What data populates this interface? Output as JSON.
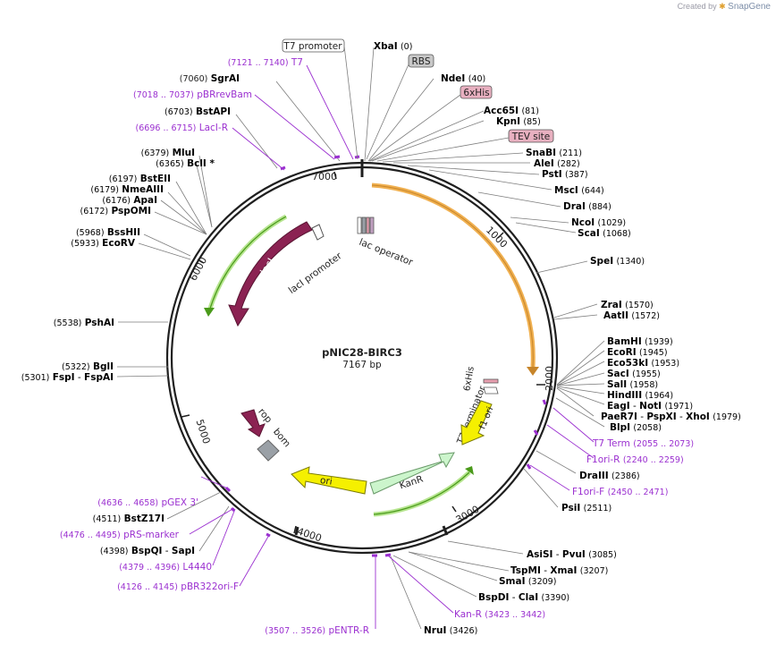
{
  "credit": {
    "prefix": "Created by",
    "brand": "SnapGene"
  },
  "center": {
    "name": "pNIC28-BIRC3",
    "size": "7167 bp"
  },
  "colors": {
    "backbone": "#1f1f1f",
    "primer": "#9b30d0",
    "enzyme": "#000000",
    "lacI": "#8b2252",
    "promoter": "#ffffff",
    "yellow": "#f5f000",
    "kanR": "#ccf5cc",
    "orange": "#f0b050",
    "green": "#4a9a1a"
  },
  "enzymes_left": [
    {
      "pos": "(7060)",
      "name": "SgrAI"
    },
    {
      "pos": "(6703)",
      "name": "BstAPI"
    },
    {
      "pos": "(6379)",
      "name": "MluI"
    },
    {
      "pos": "(6365)",
      "name": "BclI *"
    },
    {
      "pos": "(6197)",
      "name": "BstEII"
    },
    {
      "pos": "(6179)",
      "name": "NmeAIII"
    },
    {
      "pos": "(6176)",
      "name": "ApaI"
    },
    {
      "pos": "(6172)",
      "name": "PspOMI"
    },
    {
      "pos": "(5968)",
      "name": "BssHII"
    },
    {
      "pos": "(5933)",
      "name": "EcoRV"
    },
    {
      "pos": "(5538)",
      "name": "PshAI"
    },
    {
      "pos": "(5322)",
      "name": "BglI"
    },
    {
      "pos": "(5301)",
      "name": "FspI",
      "name2": "FspAI"
    },
    {
      "pos": "(4511)",
      "name": "BstZ17I"
    },
    {
      "pos": "(4398)",
      "name": "BspQI",
      "name2": "SapI"
    }
  ],
  "primers_left": [
    {
      "range": "(7121 .. 7140)",
      "name": "T7"
    },
    {
      "range": "(7018 .. 7037)",
      "name": "pBRrevBam"
    },
    {
      "range": "(6696 .. 6715)",
      "name": "LacI-R"
    },
    {
      "range": "(4636 .. 4658)",
      "name": "pGEX 3'"
    },
    {
      "range": "(4476 .. 4495)",
      "name": "pRS-marker"
    },
    {
      "range": "(4379 .. 4396)",
      "name": "L4440"
    },
    {
      "range": "(4126 .. 4145)",
      "name": "pBR322ori-F"
    },
    {
      "range": "(3507 .. 3526)",
      "name": "pENTR-R"
    }
  ],
  "enzymes_right": [
    {
      "name": "XbaI",
      "pos": "(0)"
    },
    {
      "name": "NdeI",
      "pos": "(40)"
    },
    {
      "name": "Acc65I",
      "pos": "(81)"
    },
    {
      "name": "KpnI",
      "pos": "(85)"
    },
    {
      "name": "SnaBI",
      "pos": "(211)"
    },
    {
      "name": "AleI",
      "pos": "(282)"
    },
    {
      "name": "PstI",
      "pos": "(387)"
    },
    {
      "name": "MscI",
      "pos": "(644)"
    },
    {
      "name": "DraI",
      "pos": "(884)"
    },
    {
      "name": "NcoI",
      "pos": "(1029)"
    },
    {
      "name": "ScaI",
      "pos": "(1068)"
    },
    {
      "name": "SpeI",
      "pos": "(1340)"
    },
    {
      "name": "ZraI",
      "pos": "(1570)"
    },
    {
      "name": "AatII",
      "pos": "(1572)"
    },
    {
      "name": "BamHI",
      "pos": "(1939)"
    },
    {
      "name": "EcoRI",
      "pos": "(1945)"
    },
    {
      "name": "Eco53kI",
      "pos": "(1953)"
    },
    {
      "name": "SacI",
      "pos": "(1955)"
    },
    {
      "name": "SalI",
      "pos": "(1958)"
    },
    {
      "name": "HindIII",
      "pos": "(1964)"
    },
    {
      "name": "EagI",
      "name2": "NotI",
      "pos": "(1971)"
    },
    {
      "name": "PaeR7I",
      "name2": "PspXI",
      "name3": "XhoI",
      "pos": "(1979)"
    },
    {
      "name": "BlpI",
      "pos": "(2058)"
    },
    {
      "name": "DraIII",
      "pos": "(2386)"
    },
    {
      "name": "PsiI",
      "pos": "(2511)"
    },
    {
      "name": "AsiSI",
      "name2": "PvuI",
      "pos": "(3085)"
    },
    {
      "name": "TspMI",
      "name2": "XmaI",
      "pos": "(3207)"
    },
    {
      "name": "SmaI",
      "pos": "(3209)"
    },
    {
      "name": "BspDI",
      "name2": "ClaI",
      "pos": "(3390)"
    },
    {
      "name": "NruI",
      "pos": "(3426)"
    }
  ],
  "primers_right": [
    {
      "name": "T7 Term",
      "range": "(2055 .. 2073)"
    },
    {
      "name": "F1ori-R",
      "range": "(2240 .. 2259)"
    },
    {
      "name": "F1ori-F",
      "range": "(2450 .. 2471)"
    },
    {
      "name": "Kan-R",
      "range": "(3423 .. 3442)"
    }
  ],
  "boxed_features": [
    {
      "name": "T7 promoter",
      "style": "white"
    },
    {
      "name": "RBS",
      "style": "gray"
    },
    {
      "name": "6xHis",
      "style": "pink"
    },
    {
      "name": "TEV site",
      "style": "pink"
    }
  ],
  "features": [
    {
      "name": "lacI",
      "color": "#8b2252"
    },
    {
      "name": "lacI promoter",
      "color": "#ffffff"
    },
    {
      "name": "lac operator",
      "color": "#ffffff"
    },
    {
      "name": "6xHis",
      "color": "#e8a0b0"
    },
    {
      "name": "T7 terminator",
      "color": "#ffffff"
    },
    {
      "name": "f1 ori",
      "color": "#f5f000"
    },
    {
      "name": "KanR",
      "color": "#ccf5cc"
    },
    {
      "name": "ori",
      "color": "#f5f000"
    },
    {
      "name": "rop",
      "color": "#8b2252"
    },
    {
      "name": "bom",
      "color": "#9aa0a6"
    }
  ],
  "ticks": [
    "7000",
    "1000",
    "2000",
    "3000",
    "4000",
    "5000",
    "6000"
  ]
}
